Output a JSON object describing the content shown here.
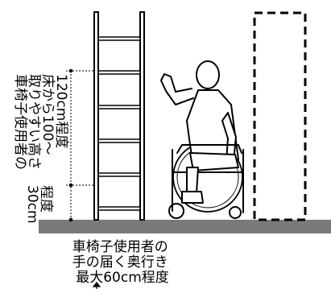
{
  "labels": {
    "reach_height_lines": [
      "車椅子使用者の",
      "取りやすい高さ",
      "床から100～",
      "120cm程度"
    ],
    "low_height_lines": [
      "30cm",
      "程度"
    ],
    "reach_depth_lines": [
      "車椅子使用者の",
      "手の届く奥行き",
      "最大60cm程度"
    ]
  },
  "colors": {
    "floor": "#7a7a7a",
    "lines": "#000000",
    "background": "#ffffff"
  },
  "icons": {
    "figure": "wheelchair-user-reaching-icon"
  }
}
